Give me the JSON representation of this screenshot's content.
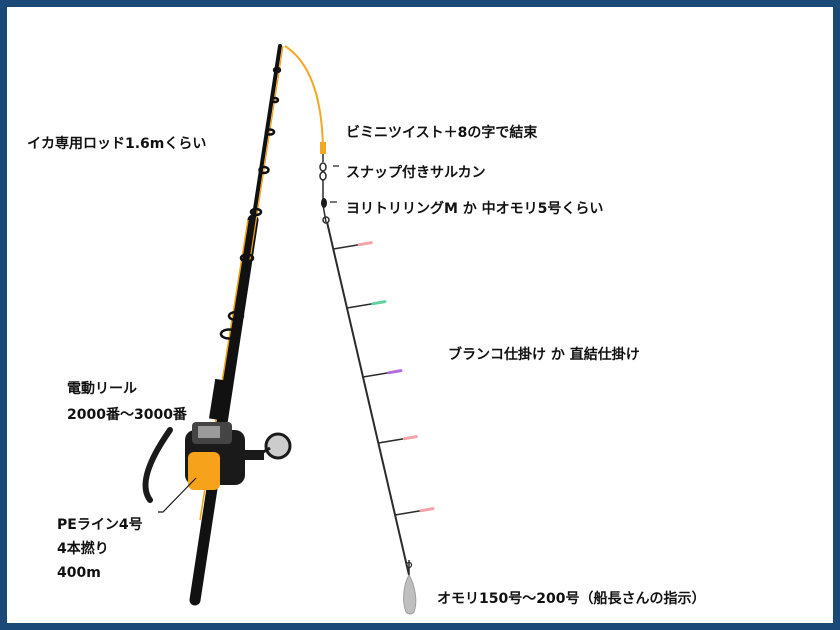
{
  "labels": {
    "rod": "イカ専用ロッド1.6mくらい",
    "knot": "ビミニツイスト＋8の字で結束",
    "snap": "スナップ付きサルカン",
    "ring": "ヨリトリリングM か 中オモリ5号くらい",
    "rig": "ブランコ仕掛け か 直結仕掛け",
    "reel_line1": "電動リール",
    "reel_line2": "2000番～3000番",
    "pe_line1": "PEライン4号",
    "pe_line2": "4本撚り",
    "pe_line3": "400m",
    "sinker": "オモリ150号～200号（船長さんの指示）"
  },
  "colors": {
    "border": "#1c4a78",
    "rod": "#111111",
    "rod_accent": "#f5a20a",
    "leader_line": "#f5a623",
    "reel_body": "#1a1a1a",
    "reel_accent": "#f7a21b",
    "mainline": "#2b2b2b",
    "sinker": "#bfbfbf"
  },
  "branches": [
    {
      "color": "#f4a3a8"
    },
    {
      "color": "#5fd3a0"
    },
    {
      "color": "#b46ddc"
    },
    {
      "color": "#f4a3a8"
    },
    {
      "color": "#f4a3a8"
    }
  ],
  "icons": [
    "fishing-rod-icon",
    "electric-reel-icon",
    "swivel-icon",
    "sinker-icon"
  ]
}
